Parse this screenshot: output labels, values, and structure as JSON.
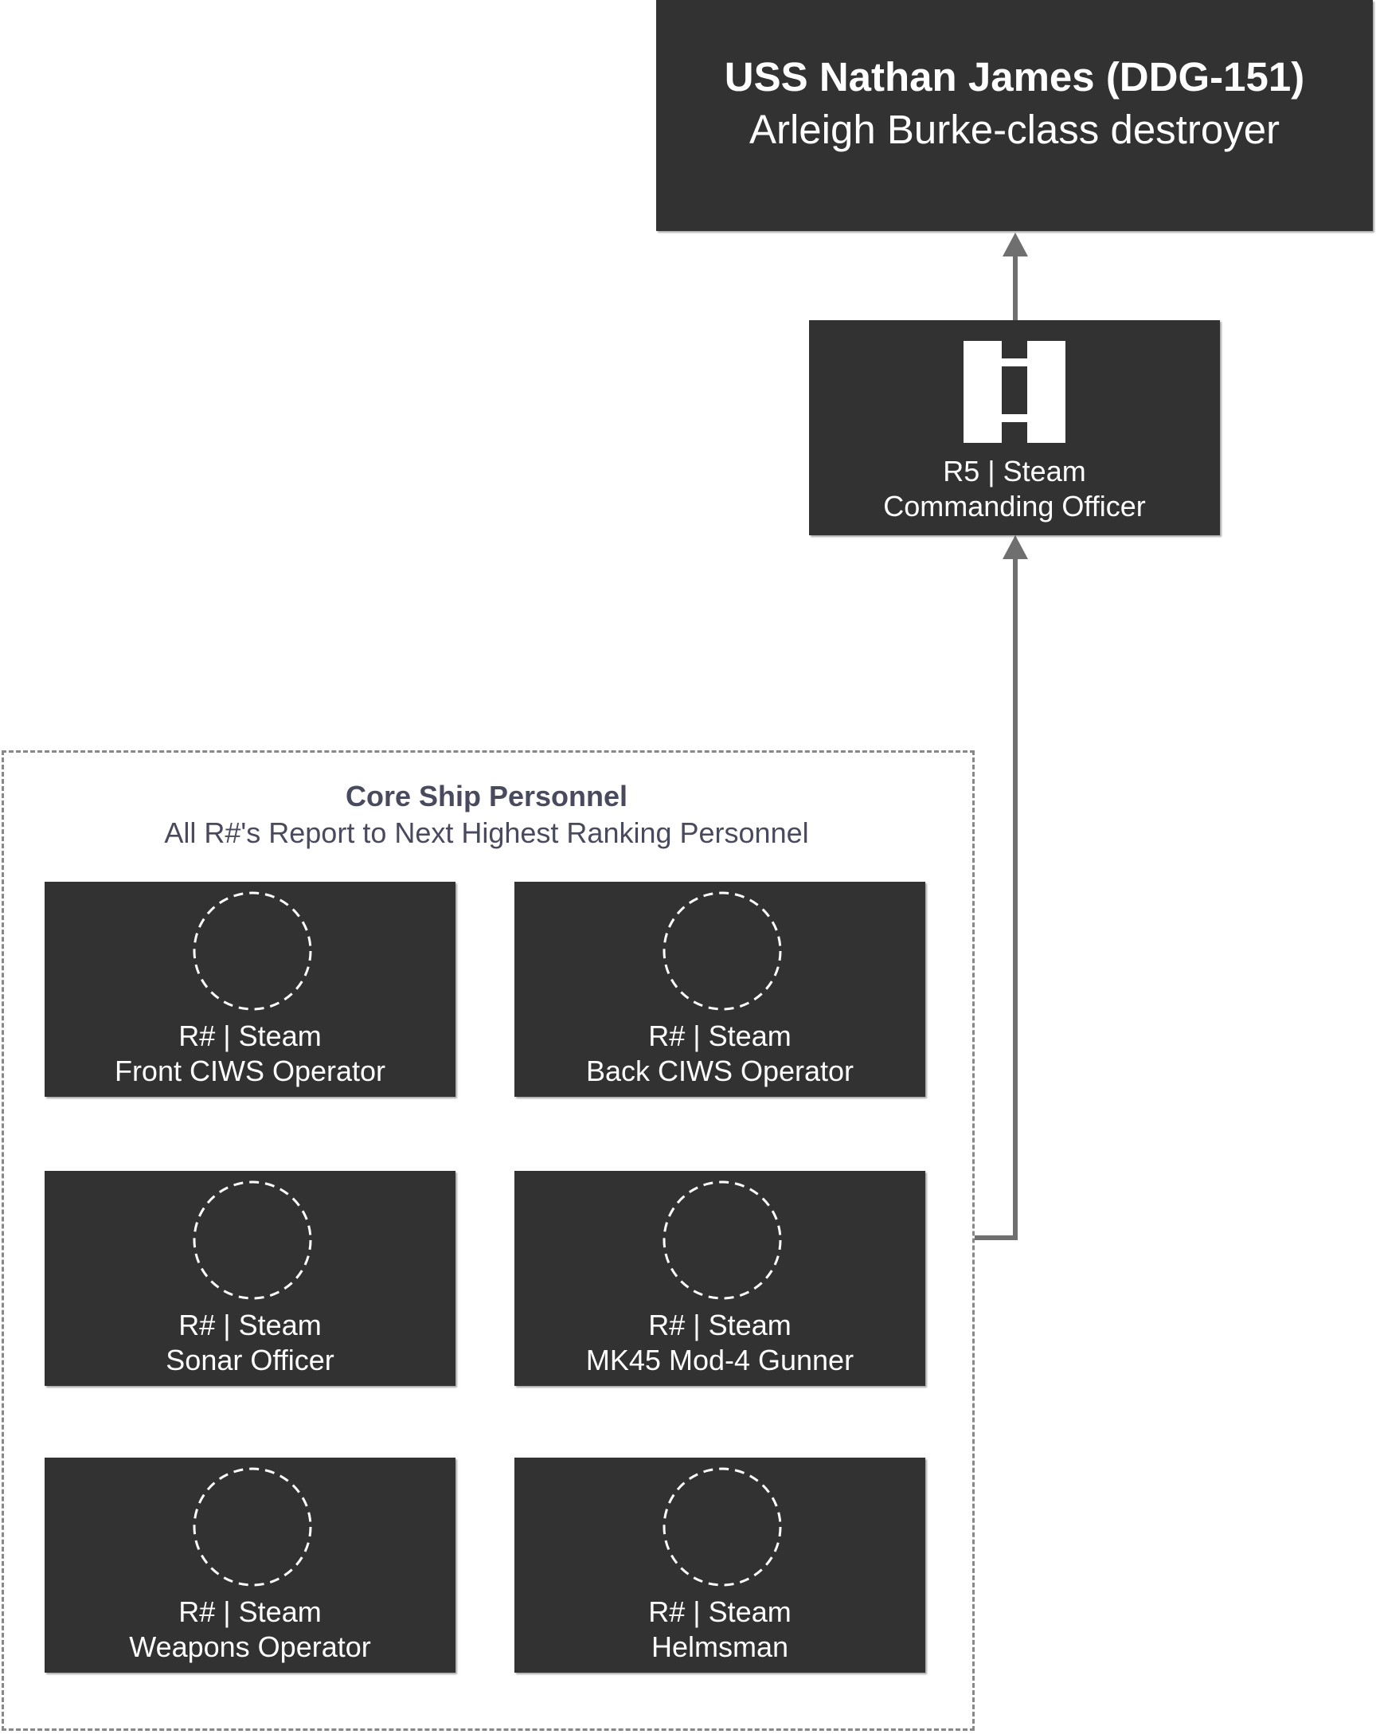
{
  "ship": {
    "name": "USS Nathan James (DDG-151)",
    "class": "Arleigh Burke-class destroyer"
  },
  "commanding_officer": {
    "line1": "R5 | Steam",
    "line2": "Commanding Officer",
    "icon": "captain-insignia-icon"
  },
  "group": {
    "title": "Core Ship Personnel",
    "subtitle": "All R#'s Report to Next Highest Ranking Personnel"
  },
  "personnel": [
    {
      "line1": "R# | Steam",
      "line2": "Front CIWS Operator"
    },
    {
      "line1": "R# | Steam",
      "line2": "Back CIWS Operator"
    },
    {
      "line1": "R# | Steam",
      "line2": "Sonar Officer"
    },
    {
      "line1": "R# | Steam",
      "line2": "MK45 Mod-4 Gunner"
    },
    {
      "line1": "R# | Steam",
      "line2": "Weapons Operator"
    },
    {
      "line1": "R# | Steam",
      "line2": "Helmsman"
    }
  ],
  "colors": {
    "box": "#323232",
    "text": "#ffffff",
    "group_text": "#4a4a5e",
    "connector": "#6f6f6f",
    "group_border": "#888888"
  }
}
